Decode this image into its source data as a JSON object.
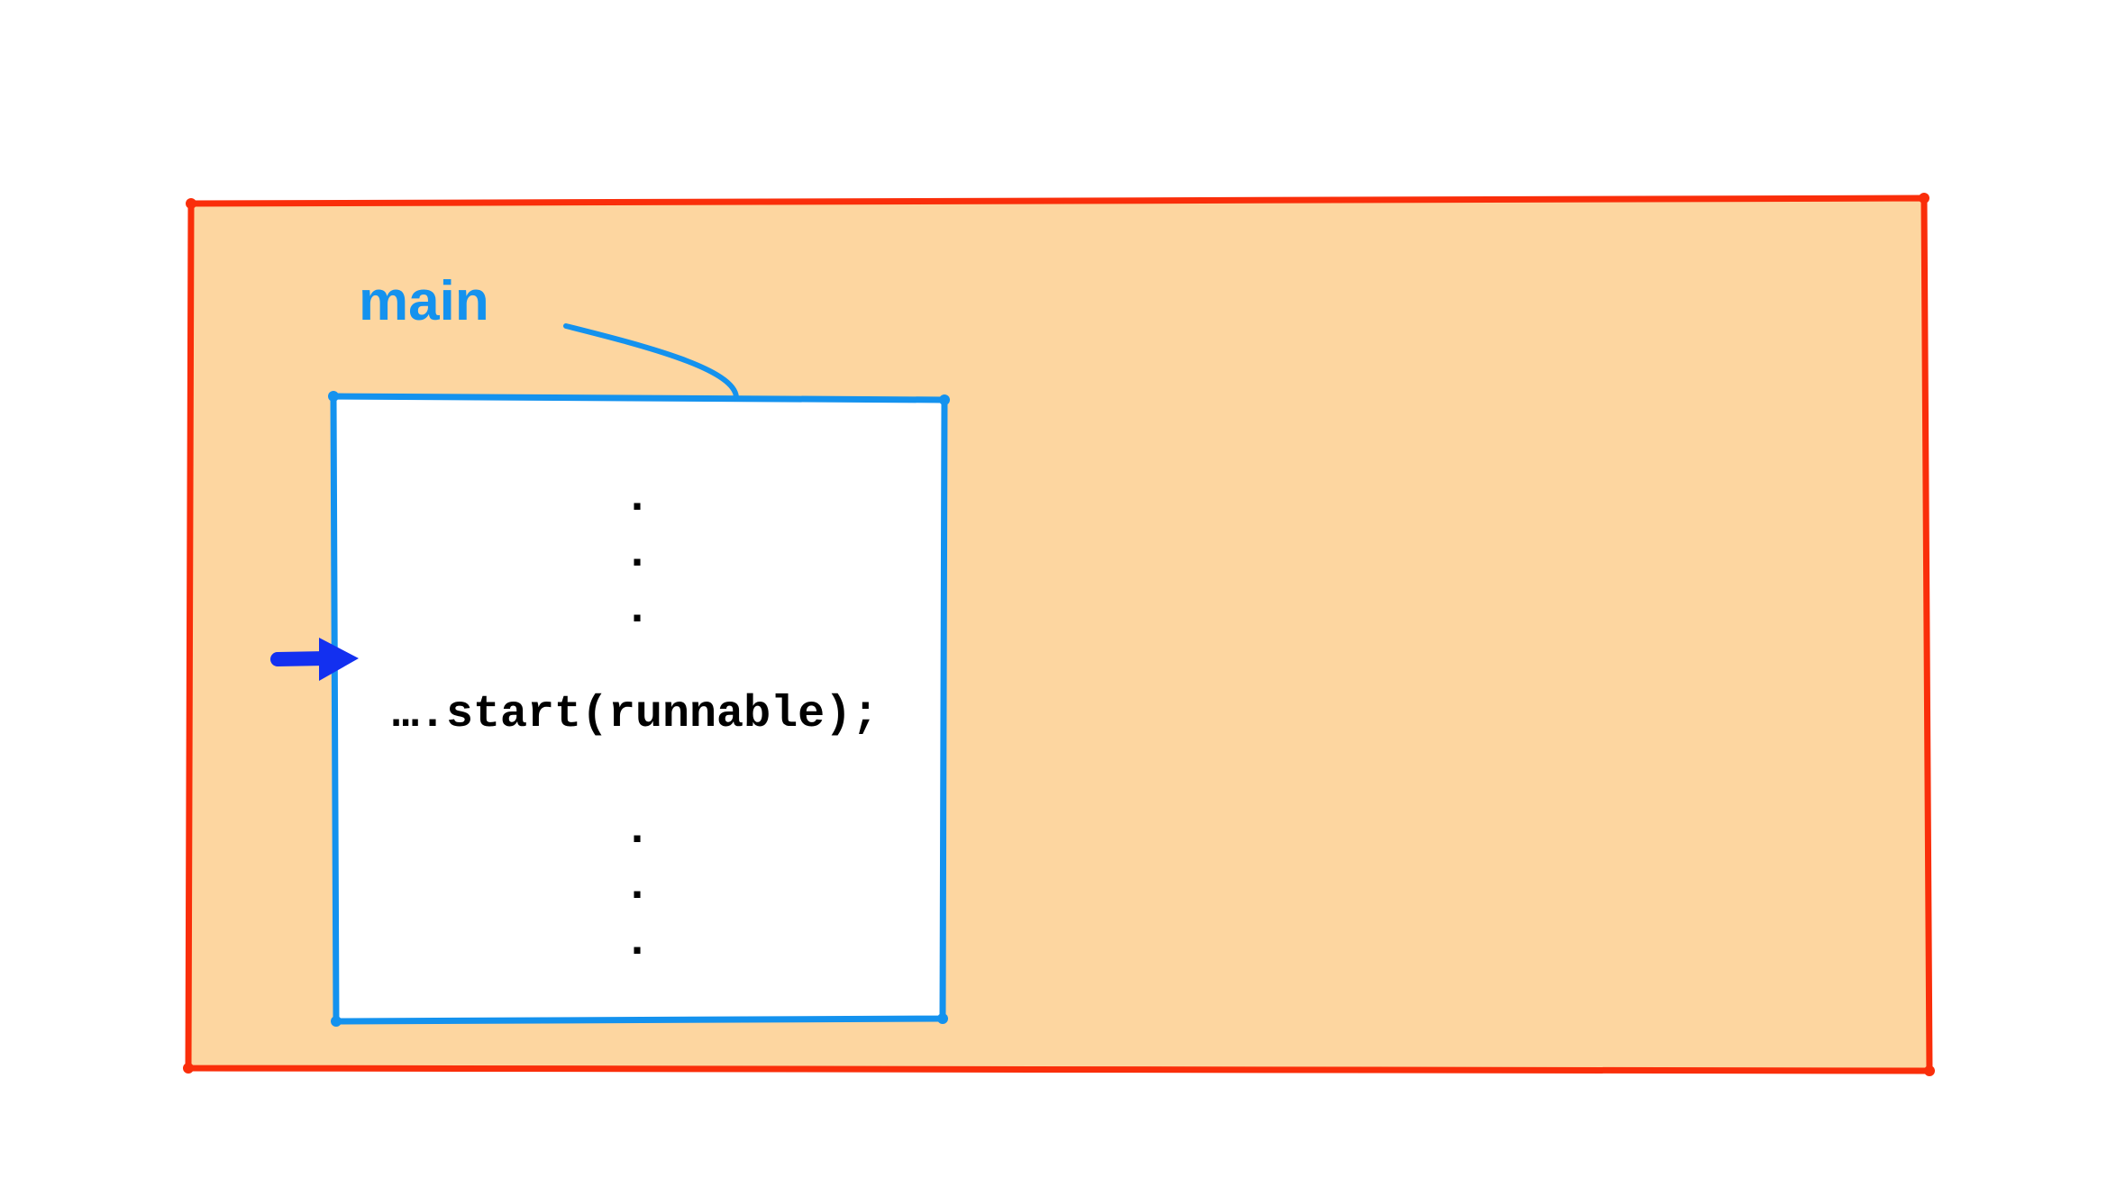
{
  "diagram": {
    "colors": {
      "process_fill": "#fdd6a0",
      "process_border": "#fa2e0a",
      "thread_border": "#1492ee",
      "thread_fill": "#ffffff",
      "label": "#1492ee",
      "arrow": "#1330f0",
      "code": "#000000"
    },
    "thread": {
      "label": "main",
      "code_lines_above": [
        ".",
        ".",
        "."
      ],
      "current_line": "….start(runnable);",
      "code_lines_below": [
        ".",
        ".",
        "."
      ]
    },
    "pointer": {
      "icon": "right-arrow-icon",
      "target": "current_line"
    }
  }
}
